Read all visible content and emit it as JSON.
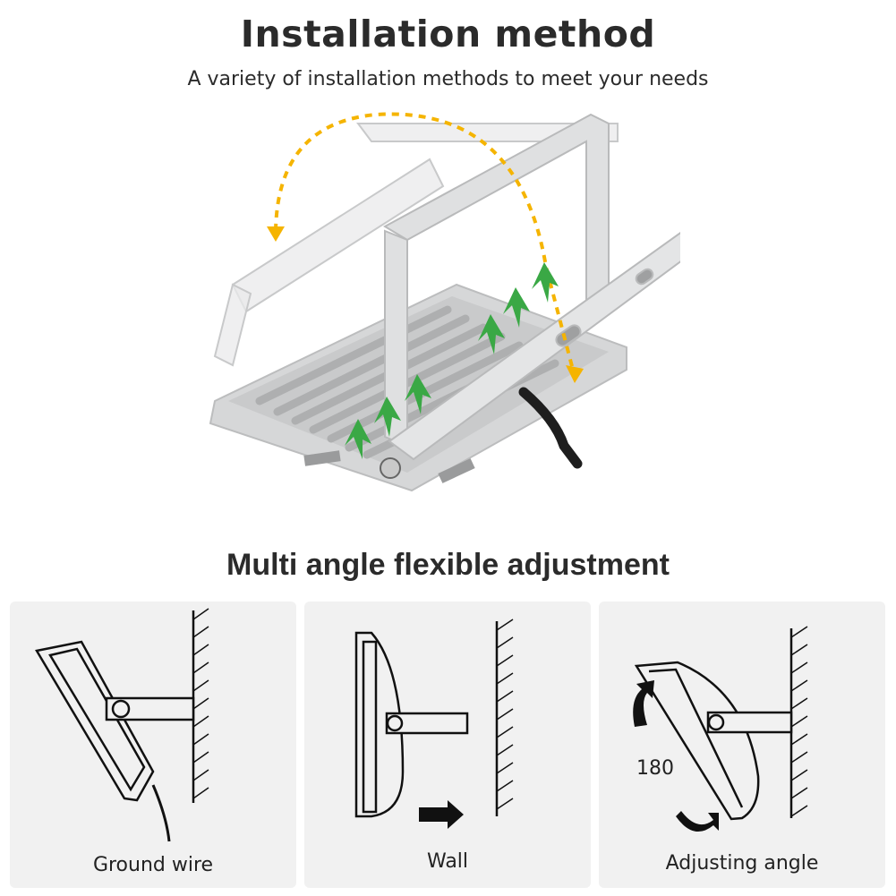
{
  "header": {
    "title": "Installation method",
    "subtitle": "A variety of installation methods to meet your needs"
  },
  "section_title": "Multi angle flexible adjustment",
  "panels": [
    {
      "caption": "Ground wire",
      "icon": "ground-wire-mount-icon"
    },
    {
      "caption": "Wall",
      "icon": "wall-mount-icon"
    },
    {
      "caption": "Adjusting angle",
      "icon": "adjust-angle-icon",
      "angle_label": "180"
    }
  ],
  "colors": {
    "background": "#ffffff",
    "panel_bg": "#f1f1f1",
    "text": "#2b2b2b",
    "rotation_path": "#f5b400",
    "airflow_arrows": "#3aa845",
    "housing": "#d9dadb"
  }
}
